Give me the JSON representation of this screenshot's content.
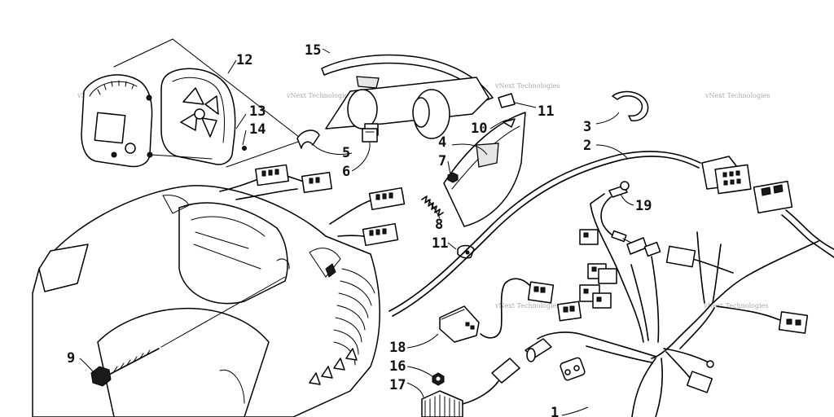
{
  "watermark": "vNext Technologies",
  "callouts": [
    "1",
    "2",
    "3",
    "4",
    "5",
    "6",
    "7",
    "8",
    "9",
    "10",
    "11",
    "11",
    "12",
    "13",
    "14",
    "15",
    "16",
    "17",
    "18",
    "19"
  ]
}
